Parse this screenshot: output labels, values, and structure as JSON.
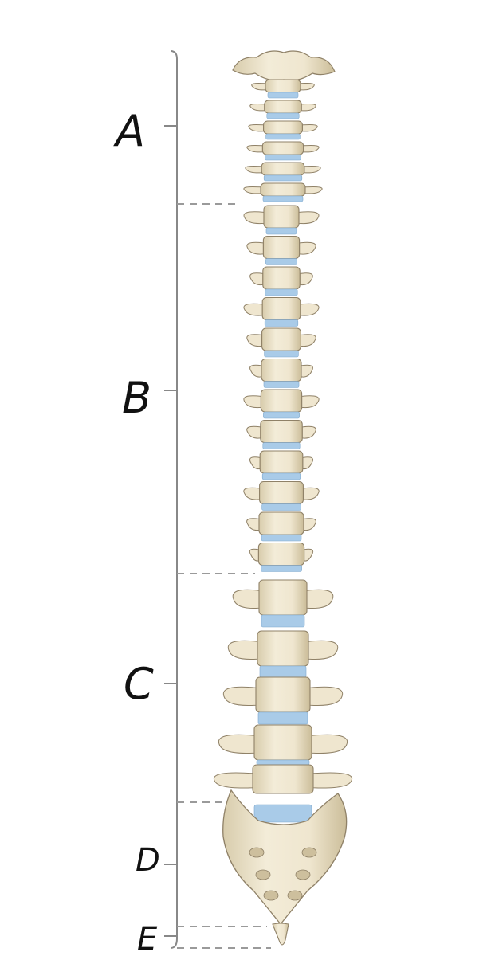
{
  "diagram": {
    "regions": [
      {
        "id": "a",
        "label": "A"
      },
      {
        "id": "b",
        "label": "B"
      },
      {
        "id": "c",
        "label": "C"
      },
      {
        "id": "d",
        "label": "D"
      },
      {
        "id": "e",
        "label": "E"
      }
    ],
    "colors": {
      "bone": "#efe6cf",
      "bone_shadow": "#cdbf9d",
      "bone_outline": "#8f8167",
      "disc": "#a9cbe8",
      "bracket": "#888888",
      "dash": "#9a9a9a",
      "label": "#111111"
    }
  }
}
